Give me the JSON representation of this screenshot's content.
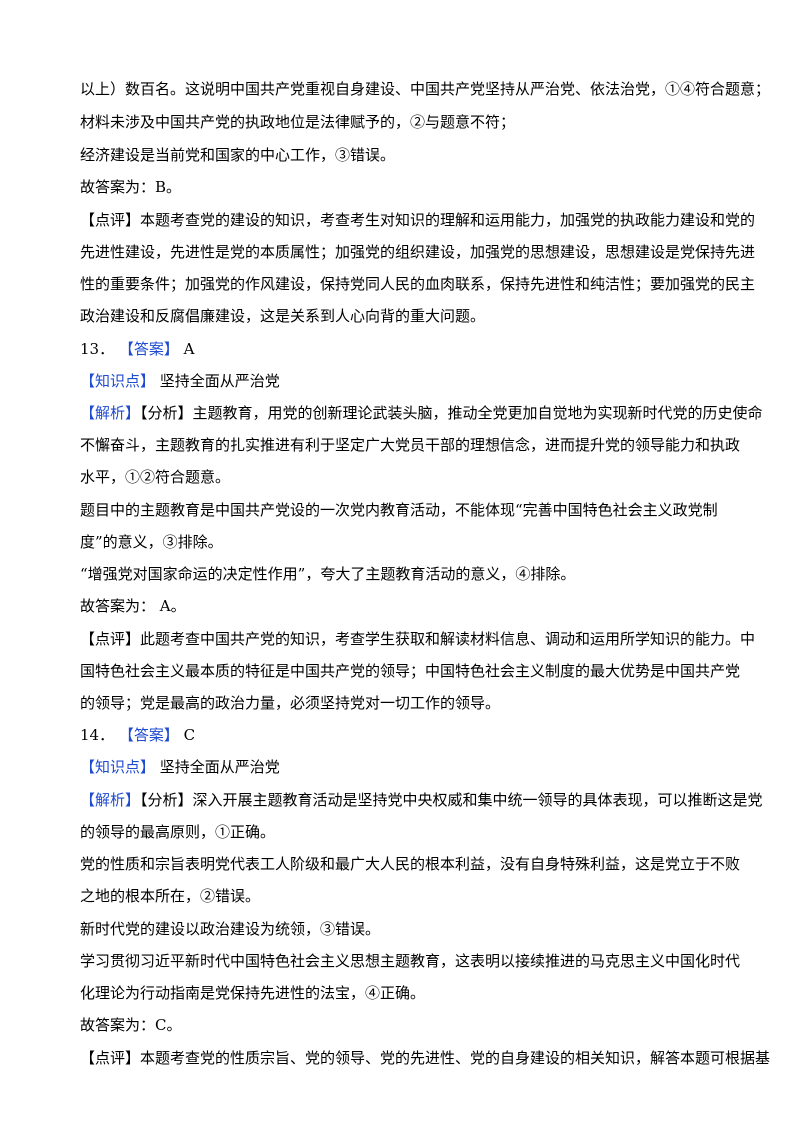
{
  "lines": [
    "以上）数百名。这说明中国共产党重视自身建设、中国共产党坚持从严治党、依法治党，①④符合题意；",
    "材料未涉及中国共产党的执政地位是法律赋予的，②与题意不符；",
    "经济建设是当前党和国家的中心工作，③错误。",
    "故答案为：B。",
    "【点评】本题考查党的建设的知识，考查考生对知识的理解和运用能力，加强党的执政能力建设和党的",
    "先进性建设，先进性是党的本质属性；加强党的组织建设，加强党的思想建设，思想建设是党保持先进",
    "性的重要条件；加强党的作风建设，保持党同人民的血肉联系，保持先进性和纯洁性；要加强党的民主",
    "政治建设和反腐倡廉建设，这是关系到人心向背的重大问题。"
  ],
  "q13": {
    "number": "13．",
    "answer_tag": "【答案】",
    "answer": "A",
    "kp_tag": "【知识点】",
    "kp": "坚持全面从严治党",
    "jx_tag": "【解析】",
    "fx": "【分析】主题教育，用党的创新理论武装头脑，推动全党更加自觉地为实现新时代党的历史使命",
    "lines": [
      "不懈奋斗，主题教育的扎实推进有利于坚定广大党员干部的理想信念，进而提升党的领导能力和执政",
      "水平，①②符合题意。",
      "题目中的主题教育是中国共产党设的一次党内教育活动，不能体现“完善中国特色社会主义政党制",
      "度”的意义，③排除。",
      "“增强党对国家命运的决定性作用”，夸大了主题教育活动的意义，④排除。",
      " 故答案为： A。",
      "【点评】此题考查中国共产党的知识，考查学生获取和解读材料信息、调动和运用所学知识的能力。中",
      "国特色社会主义最本质的特征是中国共产党的领导；中国特色社会主义制度的最大优势是中国共产党",
      "的领导；党是最高的政治力量，必须坚持党对一切工作的领导。"
    ]
  },
  "q14": {
    "number": "14．",
    "answer_tag": "【答案】",
    "answer": "C",
    "kp_tag": "【知识点】",
    "kp": "坚持全面从严治党",
    "jx_tag": "【解析】",
    "fx": "【分析】深入开展主题教育活动是坚持党中央权威和集中统一领导的具体表现，可以推断这是党",
    "lines": [
      "的领导的最高原则，①正确。",
      "党的性质和宗旨表明党代表工人阶级和最广大人民的根本利益，没有自身特殊利益，这是党立于不败",
      "之地的根本所在，②错误。",
      "新时代党的建设以政治建设为统领，③错误。",
      "学习贯彻习近平新时代中国特色社会主义思想主题教育，这表明以接续推进的马克思主义中国化时代",
      "化理论为行动指南是党保持先进性的法宝，④正确。",
      "故答案为：C。",
      "【点评】本题考查党的性质宗旨、党的领导、党的先进性、党的自身建设的相关知识，解答本题可根据基"
    ]
  }
}
